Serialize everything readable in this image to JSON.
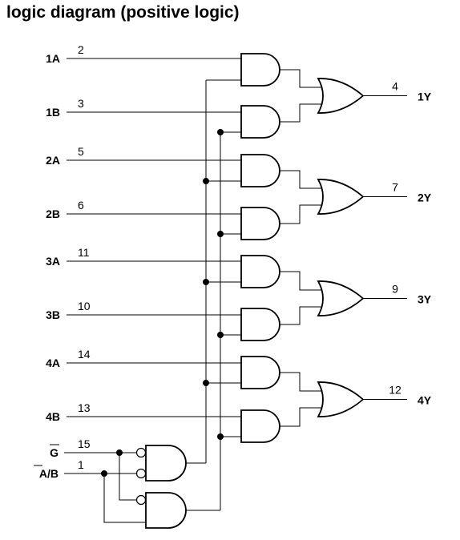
{
  "title": "logic diagram (positive logic)",
  "inputs": [
    {
      "label": "1A",
      "pin": "2"
    },
    {
      "label": "1B",
      "pin": "3"
    },
    {
      "label": "2A",
      "pin": "5"
    },
    {
      "label": "2B",
      "pin": "6"
    },
    {
      "label": "3A",
      "pin": "11"
    },
    {
      "label": "3B",
      "pin": "10"
    },
    {
      "label": "4A",
      "pin": "14"
    },
    {
      "label": "4B",
      "pin": "13"
    }
  ],
  "outputs": [
    {
      "label": "1Y",
      "pin": "4"
    },
    {
      "label": "2Y",
      "pin": "7"
    },
    {
      "label": "3Y",
      "pin": "9"
    },
    {
      "label": "4Y",
      "pin": "12"
    }
  ],
  "control": {
    "g_label": "G",
    "g_pin": "15",
    "ab_label_a": "A",
    "ab_label_b": "/B",
    "ab_pin": "1"
  }
}
